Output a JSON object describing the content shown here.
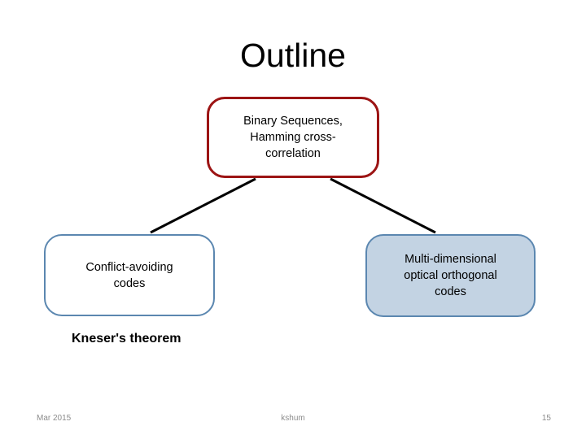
{
  "slide": {
    "title": "Outline",
    "background_color": "#ffffff"
  },
  "diagram": {
    "nodes": [
      {
        "id": "binary-sequences",
        "label": "Binary Sequences, Hamming cross-correlation",
        "line1": "Binary Sequences,",
        "line2": "Hamming cross-",
        "line3": "correlation",
        "border_color": "#9C1414",
        "fill_color": "#ffffff"
      },
      {
        "id": "conflict-avoiding-codes",
        "label": "Conflict-avoiding codes",
        "line1": "Conflict-avoiding",
        "line2": "codes",
        "border_color": "#5B87B0",
        "fill_color": "#ffffff"
      },
      {
        "id": "multi-dimensional-ooc",
        "label": "Multi-dimensional optical orthogonal codes",
        "line1": "Multi-dimensional",
        "line2": "optical orthogonal",
        "line3": "codes",
        "border_color": "#5B87B0",
        "fill_color": "#C3D3E3"
      }
    ],
    "connector_color": "#000000",
    "caption": "Kneser's theorem"
  },
  "footer": {
    "date": "Mar 2015",
    "author": "kshum",
    "page_number": "15",
    "text_color": "#8C8C8C"
  }
}
